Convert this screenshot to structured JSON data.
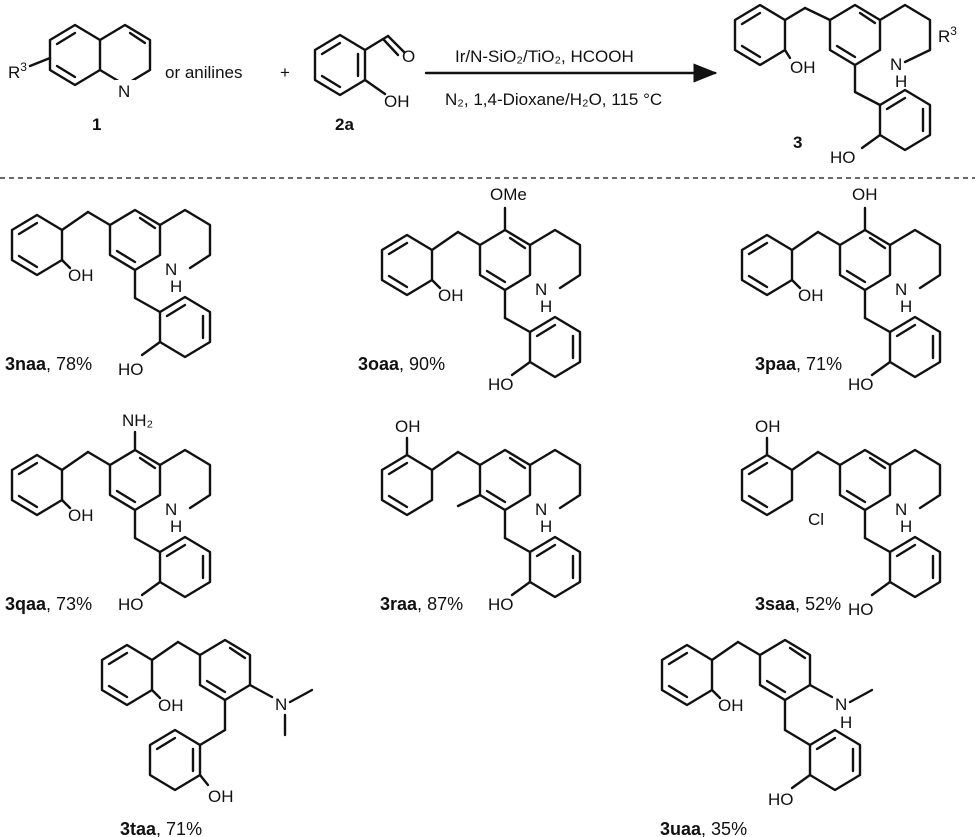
{
  "reaction": {
    "r3": "R",
    "r3_sup": "3",
    "nitrogen": "N",
    "or_anilines": "or anilines",
    "plus": "+",
    "oxygen": "O",
    "hydroxyl": "OH",
    "reactant1_label": "1",
    "reactant2_label": "2a",
    "product_label": "3",
    "amine_n": "N",
    "amine_h": "H",
    "conditions_line1": "Ir/N-SiO₂/TiO₂, HCOOH",
    "conditions_line2": "N₂, 1,4-Dioxane/H₂O, 115 °C"
  },
  "products": [
    {
      "id": "3naa",
      "yield": "78%"
    },
    {
      "id": "3oaa",
      "yield": "90%"
    },
    {
      "id": "3paa",
      "yield": "71%"
    },
    {
      "id": "3qaa",
      "yield": "73%"
    },
    {
      "id": "3raa",
      "yield": "87%"
    },
    {
      "id": "3saa",
      "yield": "52%"
    },
    {
      "id": "3taa",
      "yield": "71%"
    },
    {
      "id": "3uaa",
      "yield": "35%"
    }
  ],
  "substituents": {
    "methoxy": "OMe",
    "hydroxy": "OH",
    "amino": "NH₂",
    "chloro": "Cl",
    "ho": "HO"
  }
}
